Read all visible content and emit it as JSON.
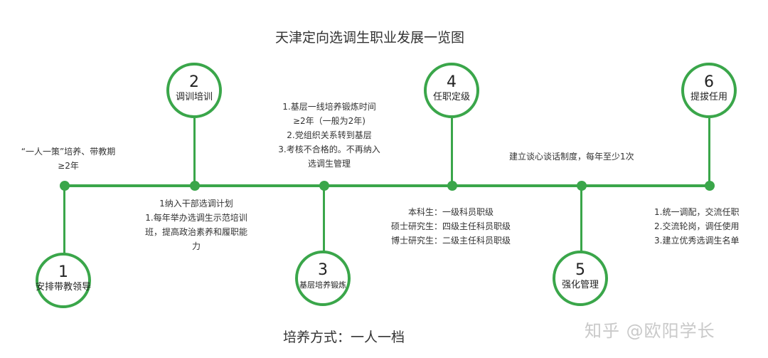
{
  "title": "天津定向选调生职业发展一览图",
  "nodes": [
    {
      "num": "1",
      "label": "安排带教领导"
    },
    {
      "num": "2",
      "label": "调训培训"
    },
    {
      "num": "3",
      "label": "基层培养锻炼"
    },
    {
      "num": "4",
      "label": "任职定级"
    },
    {
      "num": "5",
      "label": "强化管理"
    },
    {
      "num": "6",
      "label": "提拔任用"
    }
  ],
  "notes": {
    "n1": [
      "“一人一策”培养、带教期",
      "≥2年"
    ],
    "n2": [
      "1纳入干部选调计划",
      "1.每年举办选调生示范培训",
      "班，提高政治素养和履职能",
      "力"
    ],
    "n3": [
      "1.基层一线培养锻炼时间",
      "≥2年（一般为2年)",
      "2.党组织关系转到基层",
      "3.考核不合格的。不再纳入",
      "选调生管理"
    ],
    "n4": [
      "本科生：一级科员职级",
      "硕士研究生：四级主任科员职级",
      "博士研究生：二级主任科员职级"
    ],
    "n5": [
      "建立谈心谈话制度，每年至少1次"
    ],
    "n6": [
      "1.统一调配，交流任职",
      "2.交流轮岗，调任使用",
      "3.建立优秀选调生名单"
    ]
  },
  "footer": "培养方式：一人一档",
  "watermark": "知乎 @欧阳学长",
  "colors": {
    "accent": "#3aa64a"
  }
}
